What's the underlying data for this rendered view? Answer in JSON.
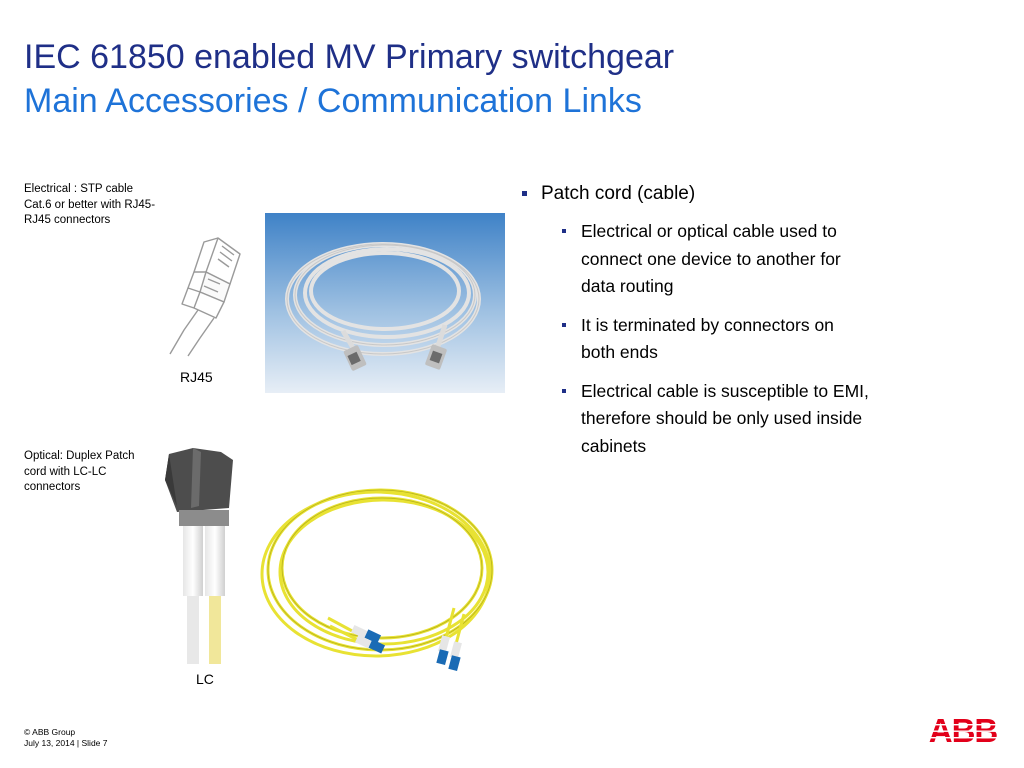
{
  "slide": {
    "title_line1": "IEC 61850 enabled MV Primary switchgear",
    "title_line2": "Main Accessories / Communication Links"
  },
  "left_panel": {
    "electrical_caption": "Electrical : STP cable Cat.6 or better with RJ45-RJ45 connectors",
    "rj45_label": "RJ45",
    "optical_caption": "Optical: Duplex Patch cord with LC-LC connectors",
    "lc_label": "LC"
  },
  "bullets": {
    "main": "Patch cord (cable)",
    "sub": [
      "Electrical or optical cable used to connect one device to another for data routing",
      "It is terminated by connectors on both ends",
      "Electrical cable is susceptible to EMI, therefore should be only used inside cabinets"
    ]
  },
  "footer": {
    "copyright": "© ABB Group",
    "date_slide": "July 13, 2014 | Slide 7"
  },
  "logo": {
    "text": "ABB",
    "color": "#e2001a"
  },
  "colors": {
    "title_dark_blue": "#1f2f87",
    "title_light_blue": "#1e73d8",
    "optic_yellow": "#e8e233",
    "lc_connector_blue": "#1a6bb5"
  },
  "icons": [
    "rj45-connector-icon",
    "ethernet-cable-coil-image",
    "lc-connector-icon",
    "fiber-patch-cord-image",
    "abb-logo",
    "bullet-square-icon"
  ]
}
